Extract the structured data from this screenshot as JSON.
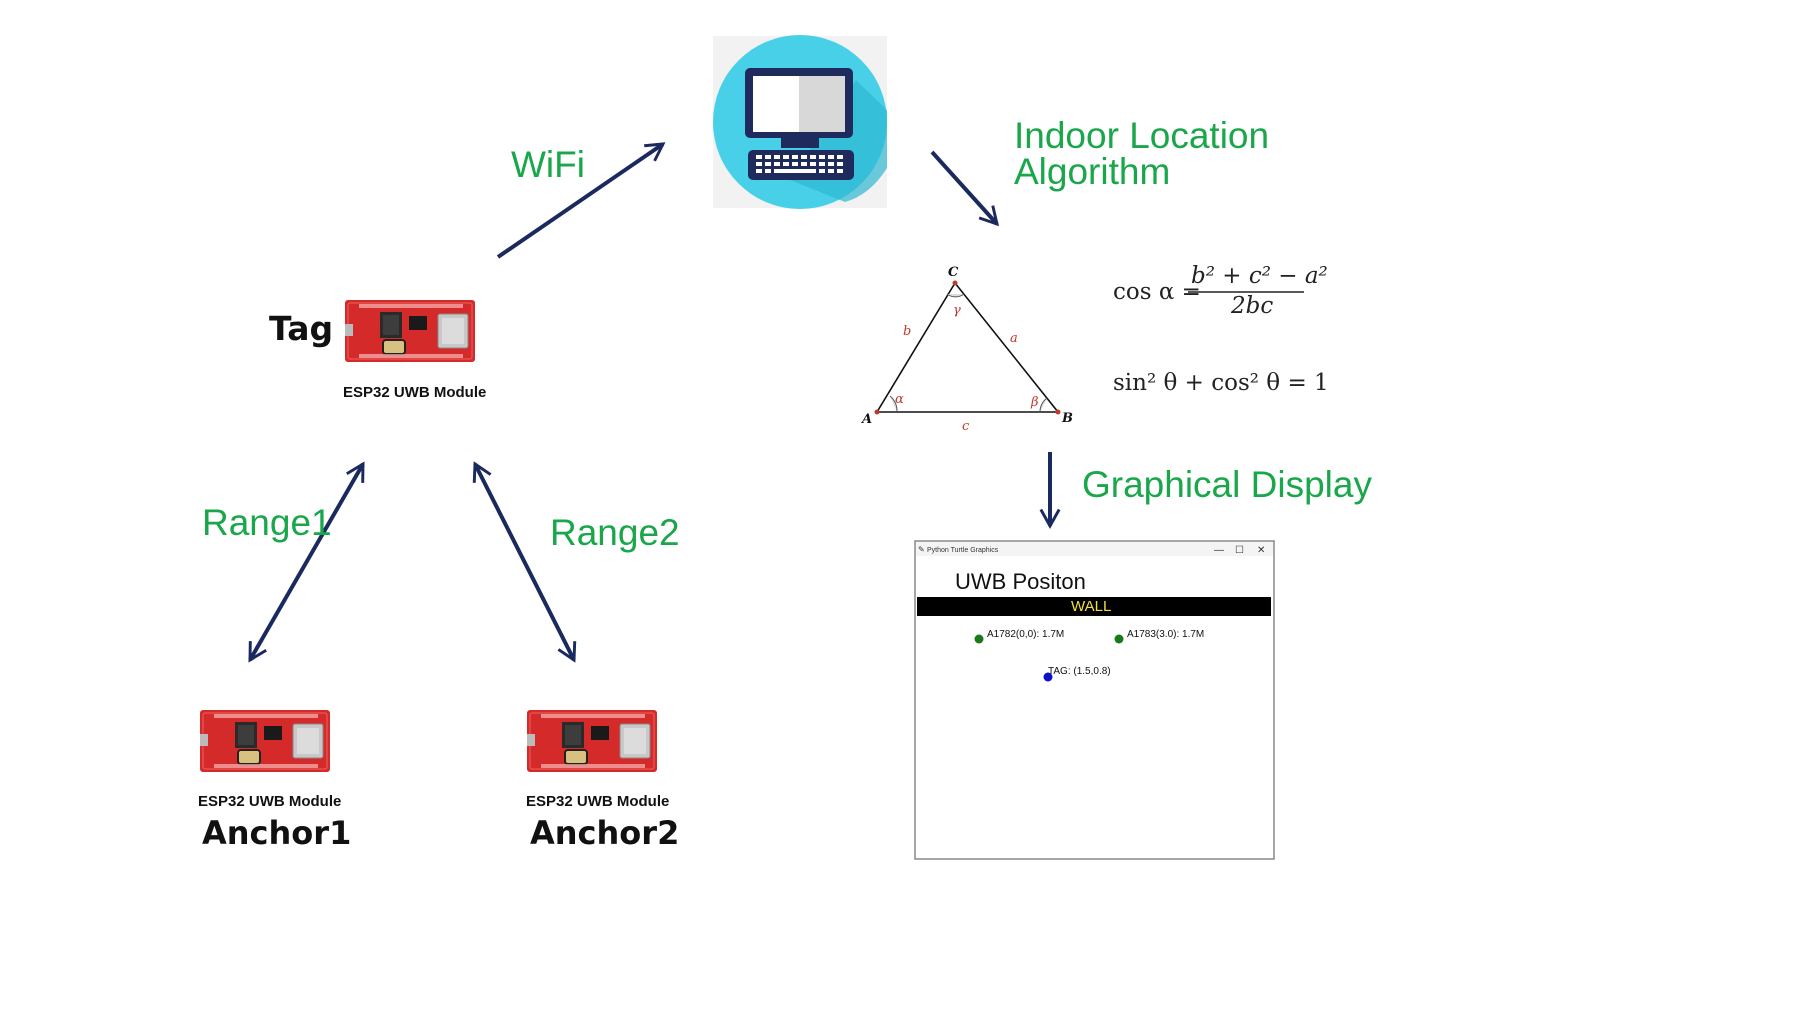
{
  "labels": {
    "wifi": "WiFi",
    "algorithm_line1": "Indoor Location",
    "algorithm_line2": "Algorithm",
    "range1": "Range1",
    "range2": "Range2",
    "graphical_display": "Graphical Display"
  },
  "devices": {
    "tag": {
      "name": "Tag",
      "caption": "ESP32 UWB Module"
    },
    "anchor1": {
      "name": "Anchor1",
      "caption": "ESP32 UWB Module"
    },
    "anchor2": {
      "name": "Anchor2",
      "caption": "ESP32 UWB Module"
    }
  },
  "triangle": {
    "vertex_a": "A",
    "vertex_b": "B",
    "vertex_c": "C",
    "side_a": "a",
    "side_b": "b",
    "side_c": "c",
    "angle_alpha": "α",
    "angle_beta": "β",
    "angle_gamma": "γ"
  },
  "formulas": {
    "law_of_cosines_lhs": "cos α =",
    "law_of_cosines_numerator": "b² + c² − a²",
    "law_of_cosines_denominator": "2bc",
    "pythagorean_identity": "sin² θ + cos² θ = 1"
  },
  "display_window": {
    "window_title": "Python Turtle Graphics",
    "minimize": "—",
    "maximize": "☐",
    "close": "✕",
    "heading": "UWB Positon",
    "wall_label": "WALL",
    "anchor1_label": "A1782(0,0): 1.7M",
    "anchor2_label": "A1783(3.0): 1.7M",
    "tag_label": "TAG: (1.5,0.8)"
  },
  "colors": {
    "accent_green": "#1aa64a",
    "arrow_navy": "#1b2a5e",
    "computer_circle": "#47d0e8",
    "board_red": "#d42a2a",
    "anchor_dot": "#1a7a1a",
    "tag_dot": "#1010c8",
    "wall_bar": "#000000",
    "wall_text": "#f0e040"
  },
  "icons": [
    "computer-icon",
    "esp32-board-icon"
  ]
}
